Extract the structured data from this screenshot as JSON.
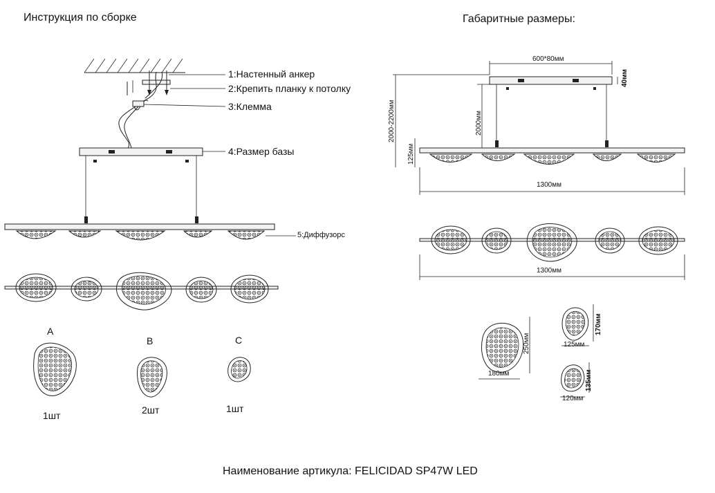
{
  "titles": {
    "assembly": "Инструкция по сборке",
    "dimensions": "Габаритные размеры:"
  },
  "callouts": [
    "1:Настенный анкер",
    "2:Крепить планку к потолку",
    "3:Клемма",
    "4:Размер базы",
    "5:Диффузорс"
  ],
  "variants": [
    {
      "letter": "A",
      "qty": "1шт"
    },
    {
      "letter": "B",
      "qty": "2шт"
    },
    {
      "letter": "C",
      "qty": "1шт"
    }
  ],
  "dims": {
    "base": "600*80мм",
    "base_height": "40мм",
    "cable": "2000мм",
    "total_height": "2000-2200мм",
    "fixture_height": "125мм",
    "length_side": "1300мм",
    "length_top": "1300мм",
    "a_height": "250мм",
    "a_width": "180мм",
    "b_height": "170мм",
    "b_width": "125мм",
    "c_height": "135мм",
    "c_width": "120мм"
  },
  "footer": "Наименование артикула: FELICIDAD SP47W LED",
  "colors": {
    "line": "#222222",
    "background": "#ffffff"
  }
}
